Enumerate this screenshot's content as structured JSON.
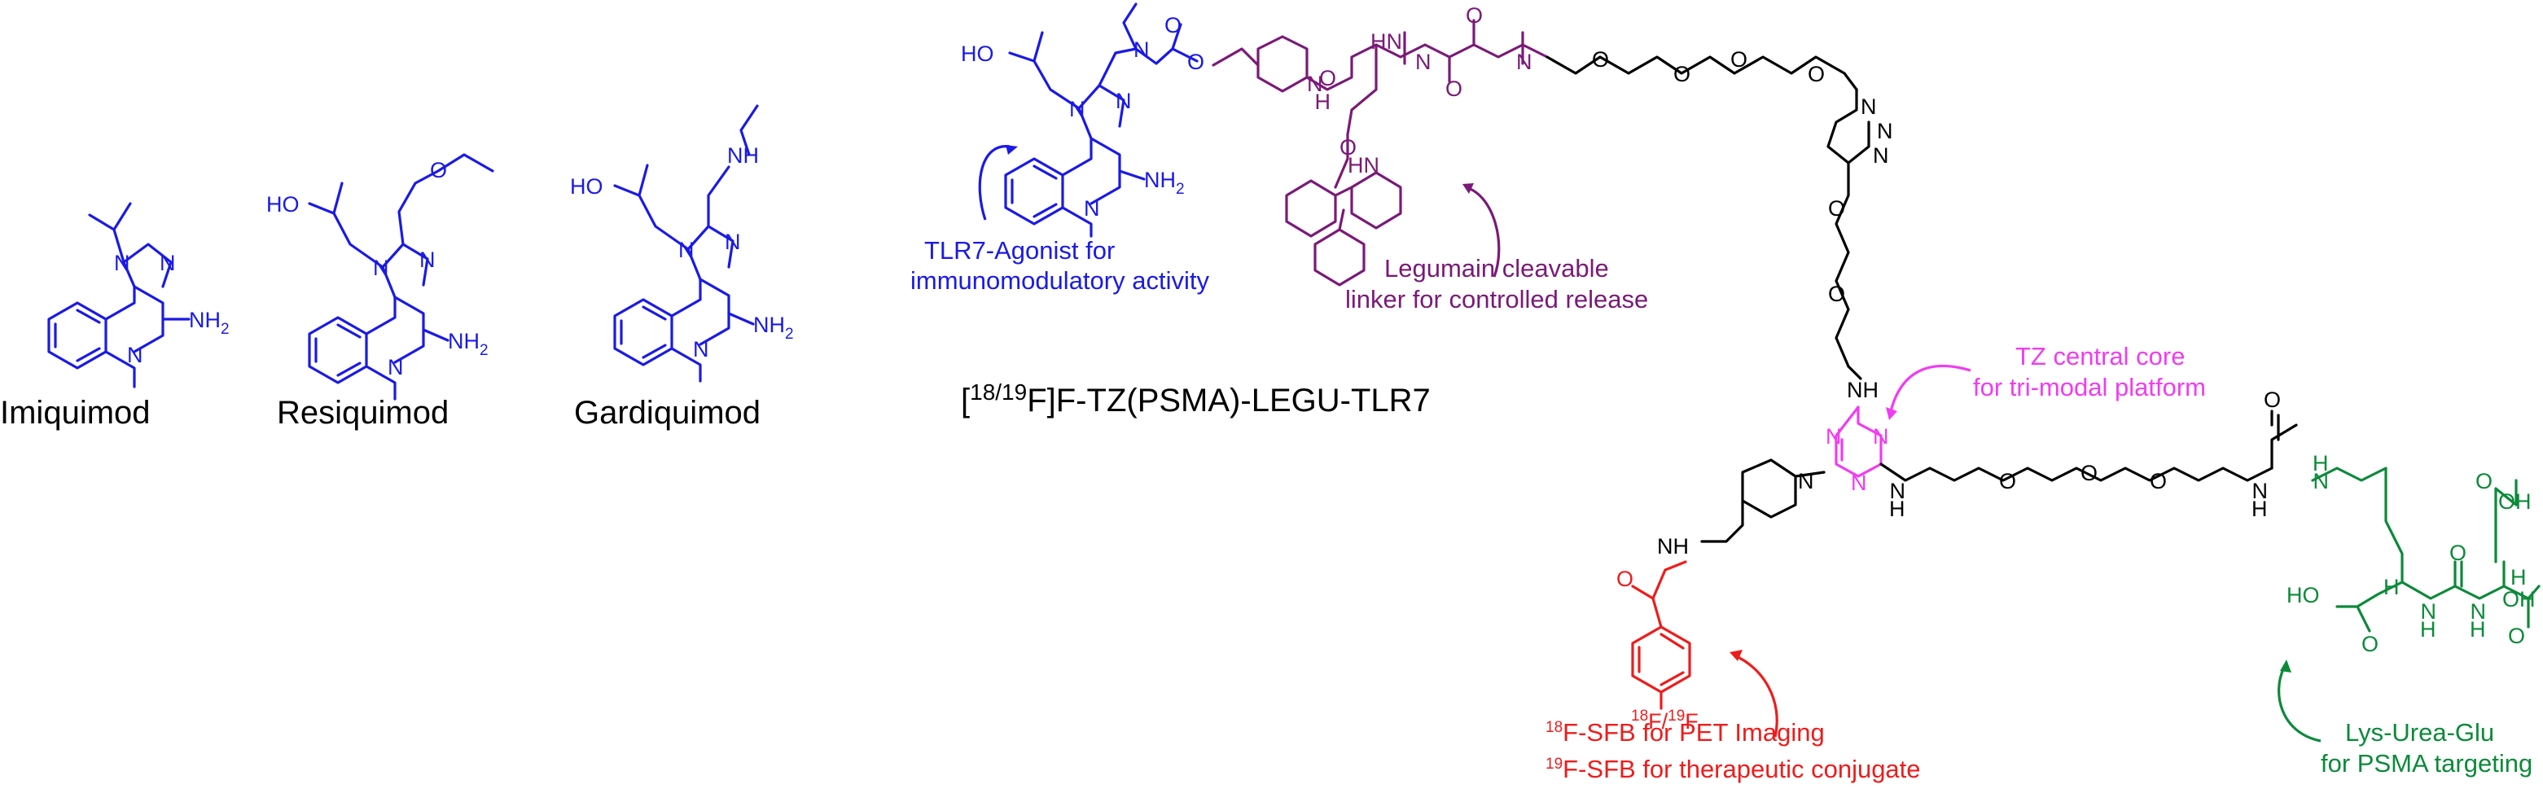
{
  "compounds": {
    "imiquimod": "Imiquimod",
    "resiquimod": "Resiquimod",
    "gardiquimod": "Gardiquimod"
  },
  "conjugate": {
    "name_prefix": "[",
    "name_isotopes": "18/19",
    "name_suffix": "F]F-TZ(PSMA)-LEGU-TLR7"
  },
  "annotations": {
    "tlr7_line1": "TLR7-Agonist for",
    "tlr7_line2": "immunomodulatory activity",
    "legumain_line1": "Legumain cleavable",
    "legumain_line2": "linker for controlled release",
    "tz_line1": "TZ central core",
    "tz_line2": "for tri-modal platform",
    "sfb1_iso": "18",
    "sfb1_text": "F-SFB for PET Imaging",
    "sfb2_iso": "19",
    "sfb2_text": "F-SFB for therapeutic conjugate",
    "psma_line1": "Lys-Urea-Glu",
    "psma_line2": "for PSMA targeting"
  },
  "atom_labels": {
    "N": "N",
    "NH": "NH",
    "HN": "HN",
    "NH2": "NH",
    "sub2": "2",
    "HO": "HO",
    "O": "O",
    "OH": "OH",
    "H": "H",
    "F18_iso": "18",
    "F19_iso": "19",
    "F": "F",
    "slash": "/"
  },
  "colors": {
    "tlr7": "#1a1ae6",
    "linker": "#7a1a78",
    "triazine": "#f03cf0",
    "sfb": "#ee1c1c",
    "psma": "#0c8a3a",
    "spacer": "#000000"
  }
}
